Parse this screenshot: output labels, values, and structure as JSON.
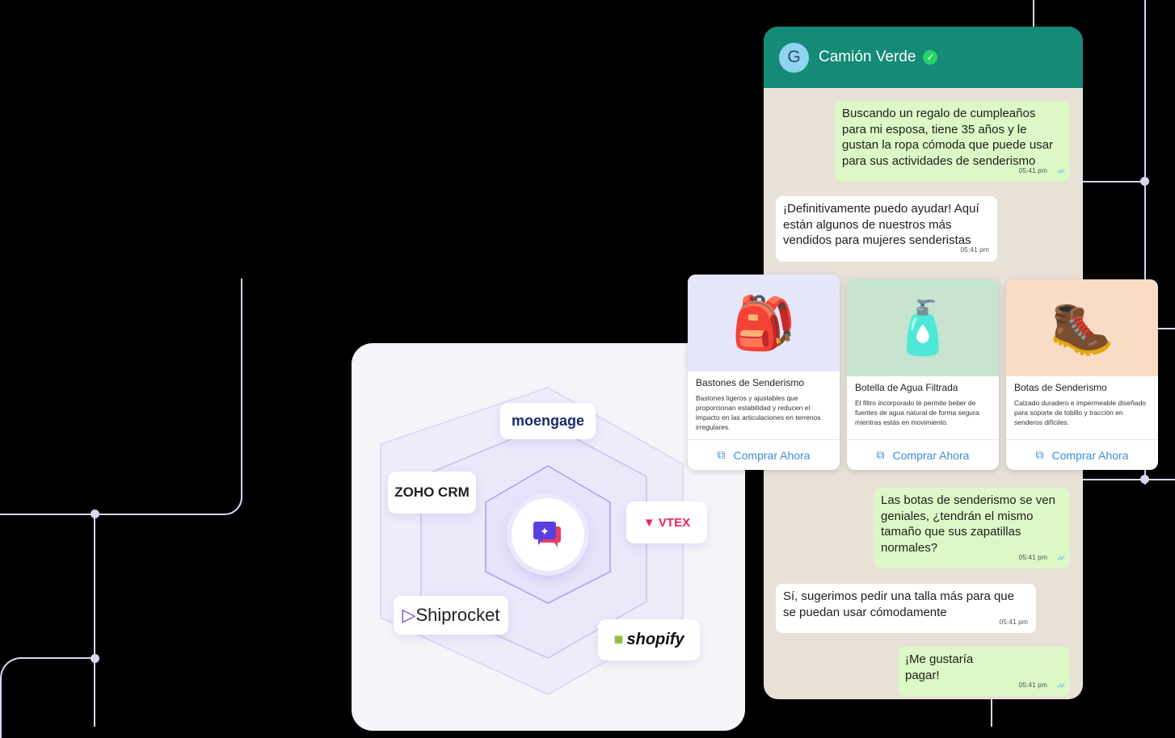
{
  "integrations": {
    "logos": [
      "moengage",
      "ZOHO CRM",
      "VTEX",
      "Shiprocket",
      "shopify"
    ],
    "hub_icon": "sparkle-chat-icon"
  },
  "chat": {
    "avatar_letter": "G",
    "title": "Camión Verde",
    "header_color": "#158a77",
    "messages": [
      {
        "direction": "out",
        "text": "Buscando un regalo de cumpleaños para mi esposa, tiene 35 años y le gustan la ropa cómoda que puede usar para sus actividades de senderismo",
        "time": "05:41 pm"
      },
      {
        "direction": "in",
        "text": "¡Definitivamente puedo ayudar! Aquí están algunos de nuestros más vendidos para mujeres senderistas",
        "time": "05:41 pm"
      },
      {
        "direction": "out",
        "text": "Las botas de senderismo se ven geniales, ¿tendrán el mismo tamaño que sus zapatillas normales?",
        "time": "05:41 pm"
      },
      {
        "direction": "in",
        "text": "Sí, sugerimos pedir una talla más para que se puedan usar cómodamente",
        "time": "05:41 pm"
      },
      {
        "direction": "out",
        "text": "¡Me gustaría pagar!",
        "time": "05:41 pm"
      }
    ],
    "products": [
      {
        "title": "Bastones de Senderismo",
        "description": "Bastones ligeros y ajustables que proporcionan estabilidad y reducen el impacto en las articulaciones en terrenos irregulares.",
        "button": "Comprar Ahora",
        "bg": "#e6e6fb"
      },
      {
        "title": "Botella de Agua Filtrada",
        "description": "El filtro incorporado te permite beber de fuentes de agua natural de forma segura mientras estás en movimiento.",
        "button": "Comprar Ahora",
        "bg": "#c6e4cf"
      },
      {
        "title": "Botas de Senderismo",
        "description": "Calzado duradero e impermeable diseñado para soporte de tobillo y tracción en senderos difíciles.",
        "button": "Comprar Ahora",
        "bg": "#f8dcc6"
      }
    ]
  }
}
